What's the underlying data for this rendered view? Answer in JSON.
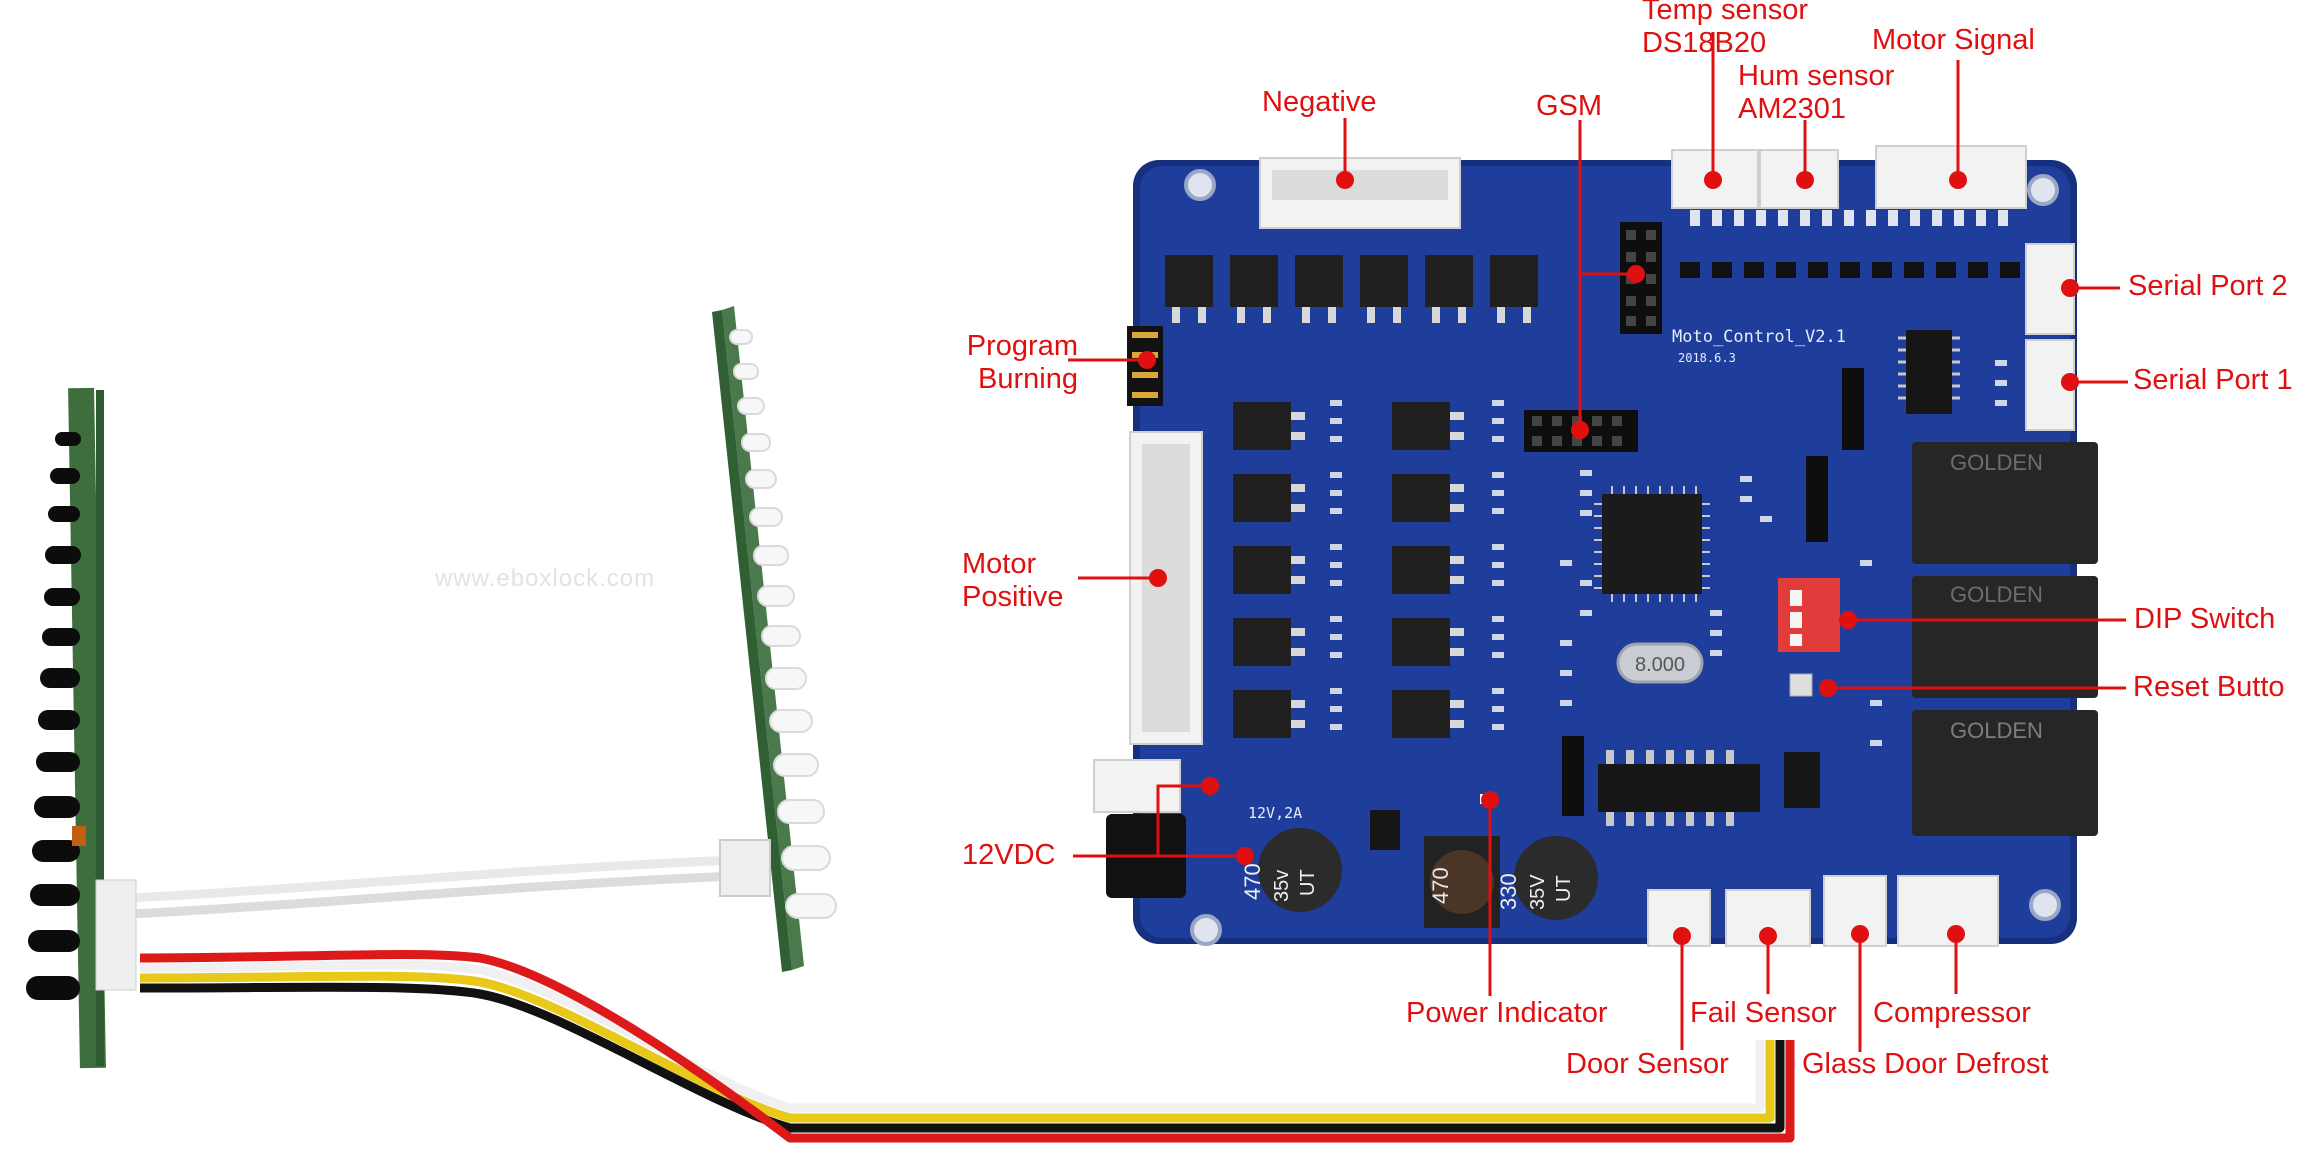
{
  "diagram": {
    "board_name": "Moto_Control_V2.1",
    "board_date": "2018.6.3",
    "watermark": "www.eboxlock.com",
    "relay_brand": "GOLDEN",
    "voltage_mark": "12V,2A",
    "capacitors": [
      {
        "value": "470",
        "voltage": "35v",
        "series": "UT"
      },
      {
        "value": "330",
        "voltage": "35V",
        "series": "UT"
      }
    ],
    "inductor_value": "470",
    "crystal_value": "8.000",
    "labels": {
      "temp_sensor_1": "Temp sensor",
      "temp_sensor_2": "DS18B20",
      "hum_sensor_1": "Hum sensor",
      "hum_sensor_2": "AM2301",
      "motor_signal": "Motor Signal",
      "negative": "Negative",
      "gsm": "GSM",
      "serial_port_2": "Serial Port 2",
      "serial_port_1": "Serial Port 1",
      "program_burning_1": "Program",
      "program_burning_2": "Burning",
      "motor_positive_1": "Motor",
      "motor_positive_2": "Positive",
      "dip_switch": "DIP Switch",
      "reset_button": "Reset Butto",
      "power_12vdc": "12VDC",
      "power_indicator": "Power Indicator",
      "fail_sensor": "Fail Sensor",
      "compressor": "Compressor",
      "door_sensor": "Door Sensor",
      "glass_door_defrost": "Glass Door Defrost"
    },
    "colors": {
      "label": "#e01010",
      "pcb": "#1f3d9a",
      "pcb_edge": "#17307e",
      "connector": "#f2f2f2",
      "relay": "#262626",
      "led_board": "#3e6e3e"
    }
  }
}
